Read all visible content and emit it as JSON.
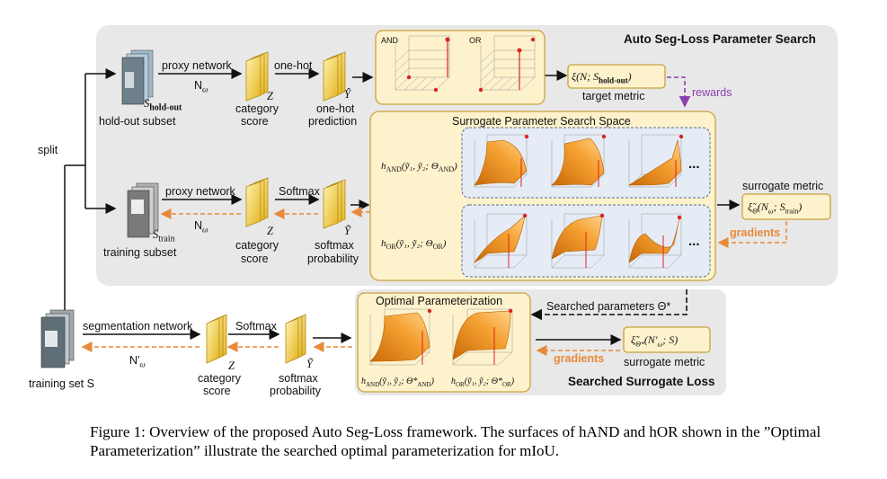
{
  "figure": {
    "section_top_title": "Auto Seg-Loss Parameter Search",
    "section_bottom_title": "Searched Surrogate Loss",
    "split_label": "split",
    "row1": {
      "input_subscript": "hold-out",
      "input_label": "hold-out subset",
      "arrow1_label": "proxy network",
      "arrow1_sub": "N",
      "feature_symbol": "Z",
      "feature_label_1": "category",
      "feature_label_2": "score",
      "arrow2_label": "one-hot",
      "pred_symbol": "Ŷ",
      "pred_label_1": "one-hot",
      "pred_label_2": "prediction",
      "plot_and_label": "AND",
      "plot_or_label": "OR",
      "metric_text": "ξ(N; S",
      "metric_label": "target metric",
      "rewards_label": "rewards"
    },
    "row2": {
      "input_subscript": "train",
      "input_label": "training subset",
      "arrow1_label": "proxy network",
      "arrow1_sub": "N",
      "feature_symbol": "Z",
      "feature_label_1": "category",
      "feature_label_2": "score",
      "arrow2_label": "Softmax",
      "pred_symbol": "Ỹ",
      "pred_label_1": "softmax",
      "pred_label_2": "probability",
      "search_space_title": "Surrogate Parameter Search Space",
      "h_and_label": "h",
      "h_or_label": "h",
      "ellipsis": "...",
      "surrogate_metric_label": "surrogate metric",
      "gradients_label": "gradients"
    },
    "row3": {
      "input_label": "training set S",
      "arrow1_label": "segmentation network",
      "arrow1_sub": "N′",
      "feature_symbol": "Z",
      "feature_label_1": "category",
      "feature_label_2": "score",
      "arrow2_label": "Softmax",
      "pred_symbol": "Ỹ",
      "pred_label_1": "softmax",
      "pred_label_2": "probability",
      "optimal_title": "Optimal Parameterization",
      "searched_params_label": "Searched parameters Θ*",
      "gradients_label": "gradients",
      "surrogate_metric_label": "surrogate metric"
    }
  },
  "caption": "Figure 1: Overview of the proposed Auto Seg-Loss framework. The surfaces of hAND and hOR shown in the ”Optimal Parameterization” illustrate the searched optimal parameterization for mIoU.",
  "colors": {
    "panel_gray": "#e8e8e8",
    "box_fill": "#fdf2cc",
    "box_border": "#c9a13c",
    "orange_arrow": "#e8893a",
    "purple_arrow": "#8a3fb0",
    "surface_orange": "#f29a26"
  }
}
